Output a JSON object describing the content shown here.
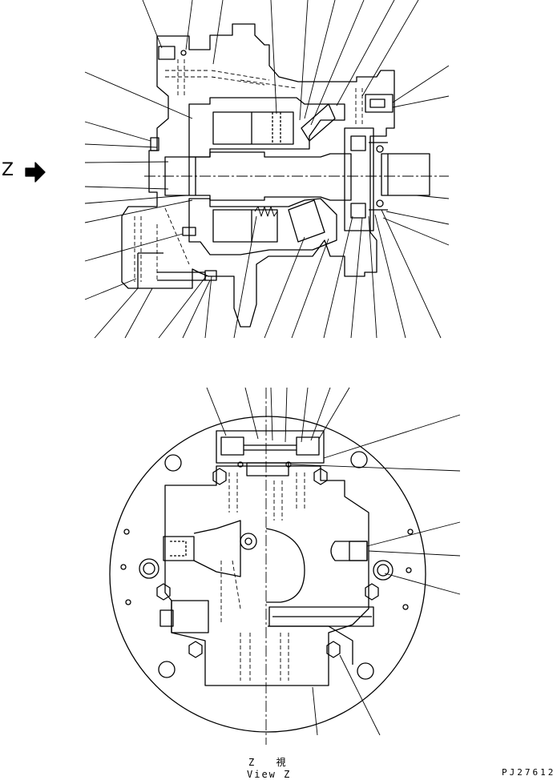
{
  "view_marker": {
    "letter": "Z"
  },
  "bottom_view": {
    "caption_jp": "Z 視",
    "caption_en": "View Z"
  },
  "drawing_code": "PJ27612"
}
